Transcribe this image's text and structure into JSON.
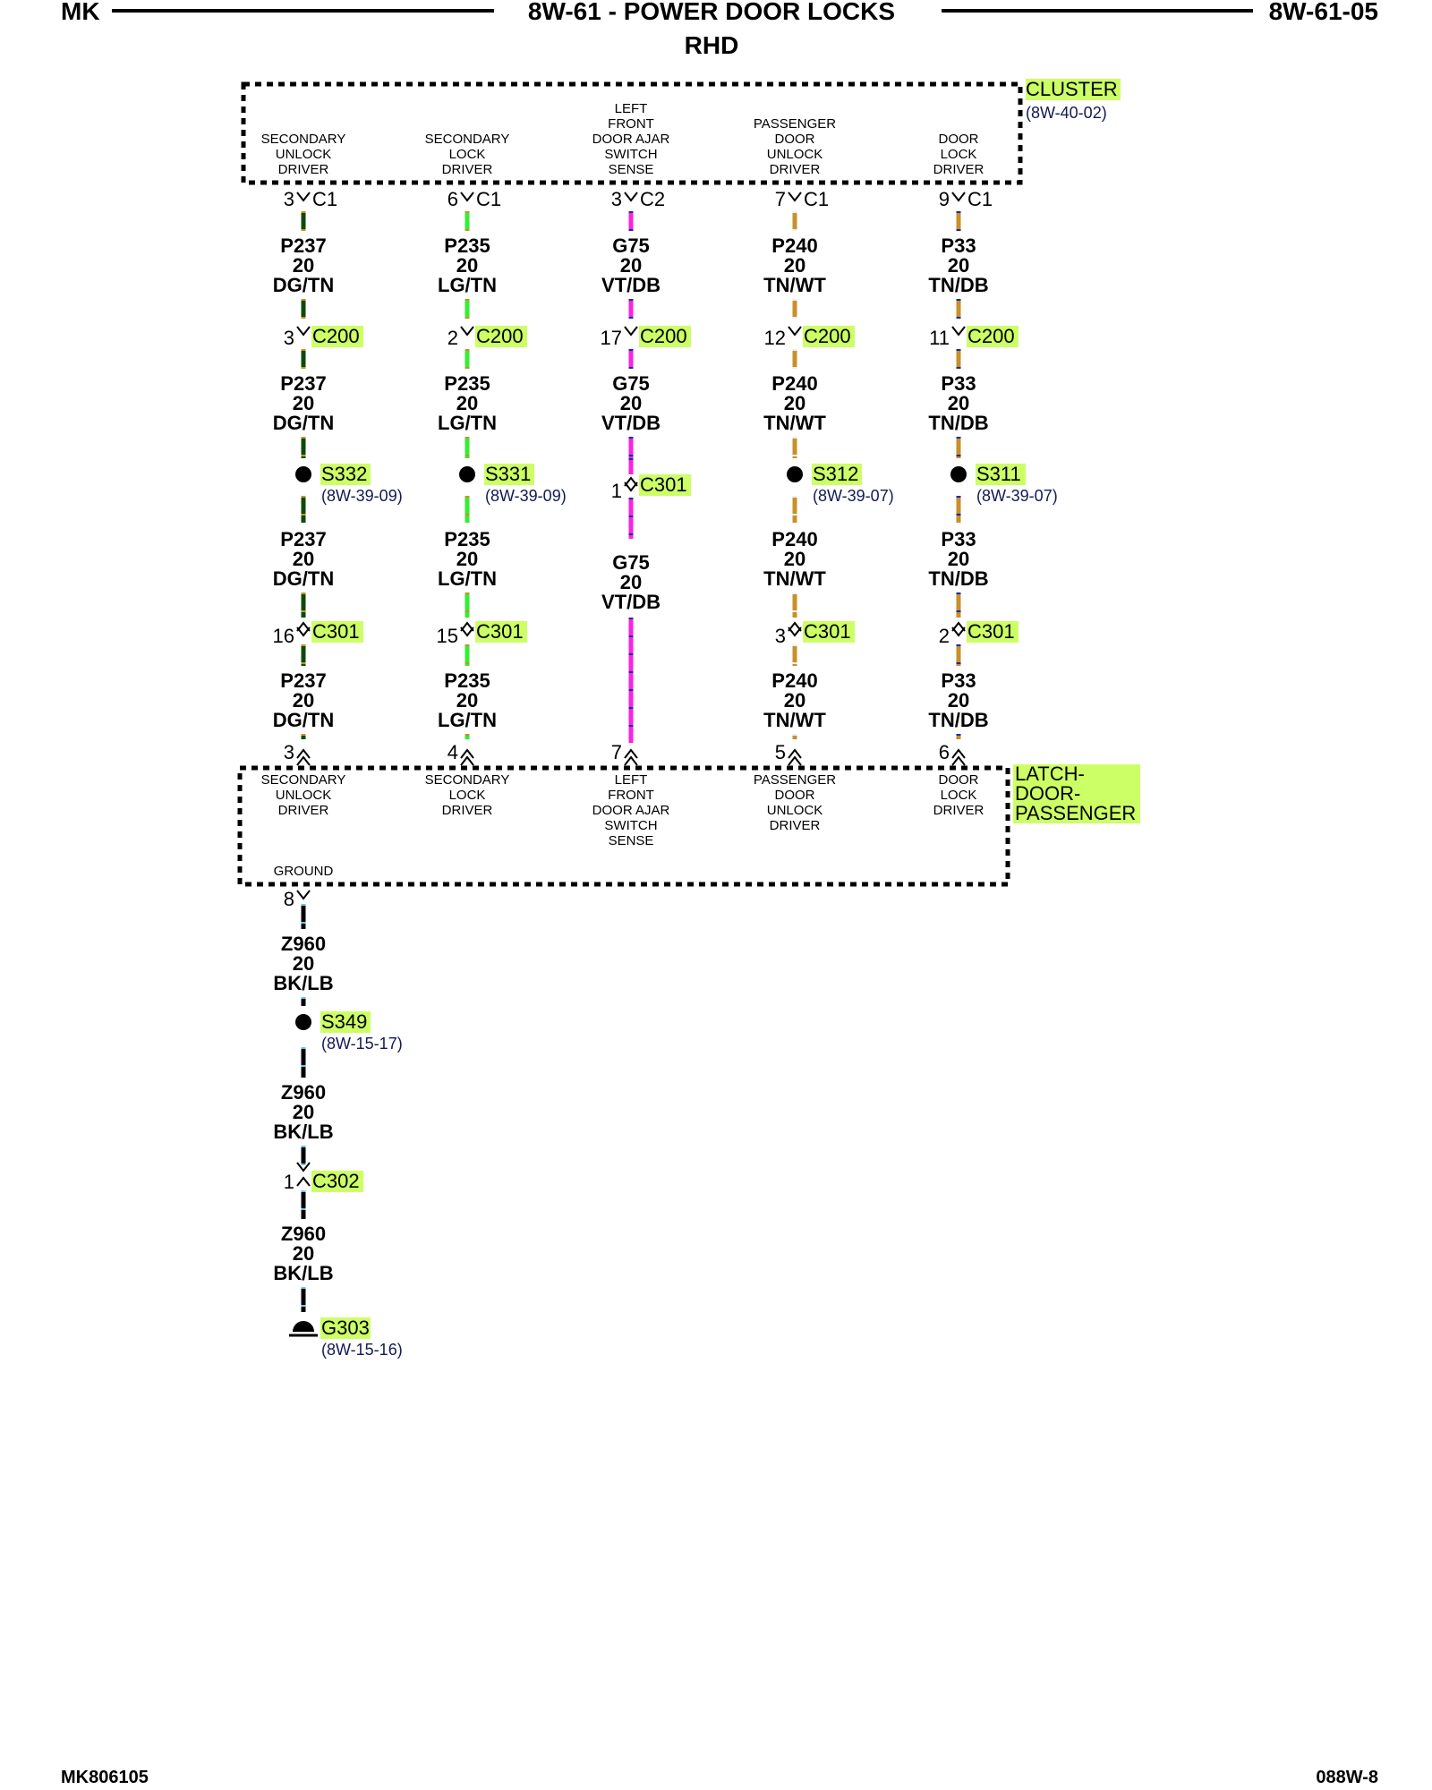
{
  "header": {
    "left": "MK",
    "title": "8W-61 - POWER DOOR LOCKS",
    "subtitle": "RHD",
    "right": "8W-61-05"
  },
  "footer": {
    "left": "MK806105",
    "right": "088W-8"
  },
  "components": {
    "cluster": {
      "name": "CLUSTER",
      "ref": "(8W-40-02)"
    },
    "latch": {
      "name_lines": [
        "LATCH-",
        "DOOR-",
        "PASSENGER"
      ]
    }
  },
  "colors": {
    "highlight": "#ccff66",
    "dg": "#0c4a0c",
    "lg": "#33ee33",
    "vt": "#ff22dd",
    "db": "#1a2aaa",
    "tn": "#c8902a",
    "wt": "#eeeeee",
    "bk": "#000000",
    "lb": "#66c8e0"
  },
  "columns": [
    {
      "cluster_label": [
        "SECONDARY",
        "UNLOCK",
        "DRIVER"
      ],
      "top_pin": "3",
      "top_conn": "C1",
      "wire": {
        "circuit": "P237",
        "gauge": "20",
        "color": "DG/TN"
      },
      "c200_pin": "3",
      "splice": {
        "name": "S332",
        "ref": "(8W-39-09)"
      },
      "c301_pin": "16",
      "latch_pin": "3",
      "latch_label": [
        "SECONDARY",
        "UNLOCK",
        "DRIVER"
      ]
    },
    {
      "cluster_label": [
        "SECONDARY",
        "LOCK",
        "DRIVER"
      ],
      "top_pin": "6",
      "top_conn": "C1",
      "wire": {
        "circuit": "P235",
        "gauge": "20",
        "color": "LG/TN"
      },
      "c200_pin": "2",
      "splice": {
        "name": "S331",
        "ref": "(8W-39-09)"
      },
      "c301_pin": "15",
      "latch_pin": "4",
      "latch_label": [
        "SECONDARY",
        "LOCK",
        "DRIVER"
      ]
    },
    {
      "cluster_label": [
        "LEFT",
        "FRONT",
        "DOOR AJAR",
        "SWITCH",
        "SENSE"
      ],
      "top_pin": "3",
      "top_conn": "C2",
      "wire": {
        "circuit": "G75",
        "gauge": "20",
        "color": "VT/DB"
      },
      "c200_pin": "17",
      "c301_pin": "1",
      "latch_pin": "7",
      "latch_label": [
        "LEFT",
        "FRONT",
        "DOOR AJAR",
        "SWITCH",
        "SENSE"
      ]
    },
    {
      "cluster_label": [
        "PASSENGER",
        "DOOR",
        "UNLOCK",
        "DRIVER"
      ],
      "top_pin": "7",
      "top_conn": "C1",
      "wire": {
        "circuit": "P240",
        "gauge": "20",
        "color": "TN/WT"
      },
      "c200_pin": "12",
      "splice": {
        "name": "S312",
        "ref": "(8W-39-07)"
      },
      "c301_pin": "3",
      "latch_pin": "5",
      "latch_label": [
        "PASSENGER",
        "DOOR",
        "UNLOCK",
        "DRIVER"
      ]
    },
    {
      "cluster_label": [
        "DOOR",
        "LOCK",
        "DRIVER"
      ],
      "top_pin": "9",
      "top_conn": "C1",
      "wire": {
        "circuit": "P33",
        "gauge": "20",
        "color": "TN/DB"
      },
      "c200_pin": "11",
      "splice": {
        "name": "S311",
        "ref": "(8W-39-07)"
      },
      "c301_pin": "2",
      "latch_pin": "6",
      "latch_label": [
        "DOOR",
        "LOCK",
        "DRIVER"
      ]
    }
  ],
  "connector_names": {
    "c200": "C200",
    "c301": "C301"
  },
  "ground_branch": {
    "label": "GROUND",
    "pin": "8",
    "wire": {
      "circuit": "Z960",
      "gauge": "20",
      "color": "BK/LB"
    },
    "splice": {
      "name": "S349",
      "ref": "(8W-15-17)"
    },
    "connector": {
      "pin": "1",
      "name": "C302"
    },
    "ground": {
      "name": "G303",
      "ref": "(8W-15-16)"
    }
  }
}
